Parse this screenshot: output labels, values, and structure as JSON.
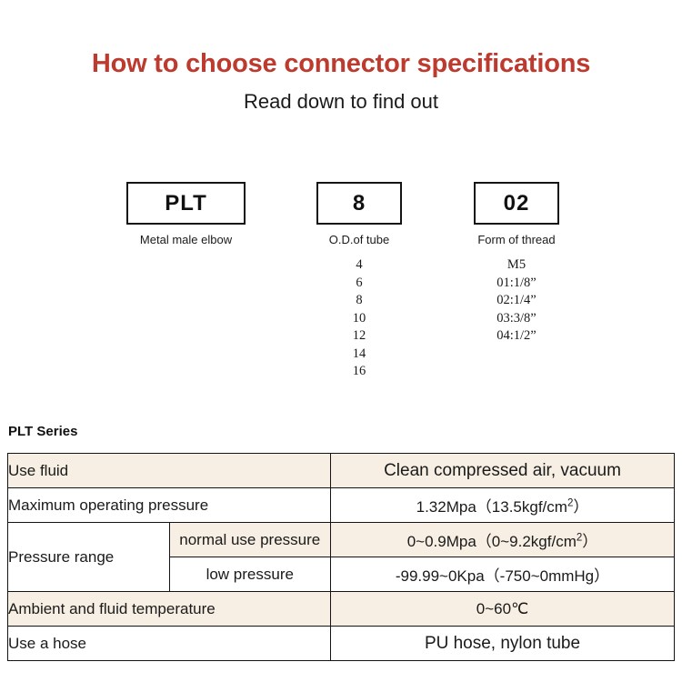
{
  "header": {
    "title": "How to choose connector specifications",
    "subtitle": "Read down to find out",
    "title_color": "#bd3a2e"
  },
  "selector": {
    "groups": [
      {
        "code": "PLT",
        "caption": "Metal male elbow",
        "options": ""
      },
      {
        "code": "8",
        "caption": "O.D.of tube",
        "options": "4\n6\n8\n10\n12\n14\n16"
      },
      {
        "code": "02",
        "caption": "Form of thread",
        "options": "M5\n01:1/8”\n02:1/4”\n03:3/8”\n04:1/2”"
      }
    ]
  },
  "spec": {
    "series_label": "PLT Series",
    "rows": [
      {
        "label": "Use fluid",
        "sub": "",
        "value": "Clean compressed air, vacuum"
      },
      {
        "label": "Maximum operating pressure",
        "sub": "",
        "value": "1.32Mpa（13.5kgf/cm²）"
      },
      {
        "label": "Pressure range",
        "sub": "normal use pressure",
        "value": "0~0.9Mpa（0~9.2kgf/cm²）"
      },
      {
        "label": "",
        "sub": "low pressure",
        "value": "-99.99~0Kpa（-750~0mmHg）"
      },
      {
        "label": "Ambient and fluid temperature",
        "sub": "",
        "value": "0~60℃"
      },
      {
        "label": "Use a hose",
        "sub": "",
        "value": "PU hose, nylon tube"
      }
    ]
  },
  "colors": {
    "row_beige": "#f7efe4",
    "row_white": "#ffffff",
    "border": "#141414"
  }
}
